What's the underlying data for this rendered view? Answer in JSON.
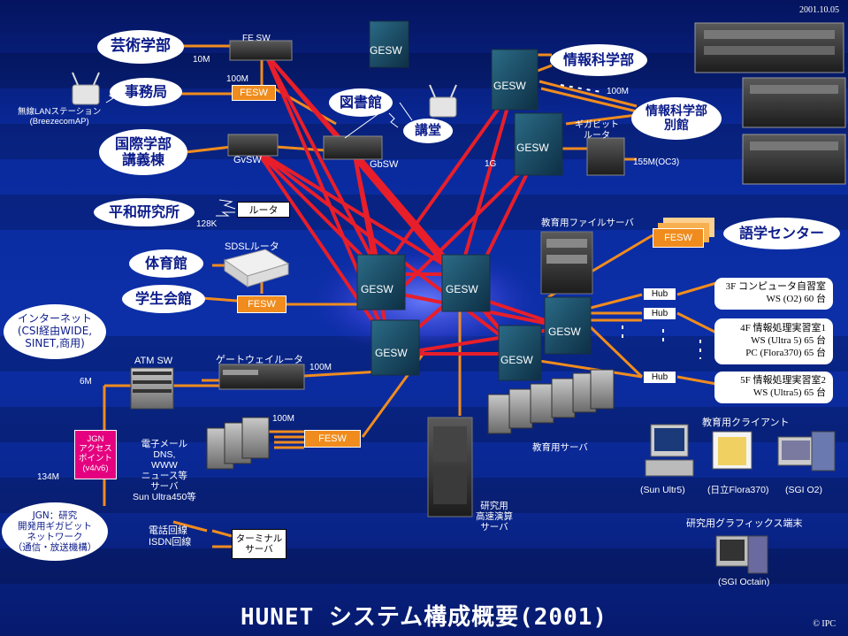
{
  "date": "2001.10.05",
  "copyright": "© IPC",
  "title": "HUNET システム構成概要(2001)",
  "nodes": {
    "geijutsu": "芸術学部",
    "jimukyoku": "事務局",
    "kokusai": "国際学部\n講義棟",
    "heiwa": "平和研究所",
    "taiikukan": "体育館",
    "gakuseikaikan": "学生会館",
    "toshokan": "図書館",
    "kodo": "講堂",
    "johokagaku": "情報科学部",
    "johokagaku_bekkan": "情報科学部\n別館",
    "gogaku": "語学センター",
    "internet": "インターネット\n(CSI経由WIDE,\nSINET,商用)",
    "jgn": "JGN：研究\n開発用ギガビット\nネットワーク\n（通信・放送機構）"
  },
  "labels": {
    "fe_sw_top": "FE SW",
    "fesw_jimu": "FESW",
    "gvsw": "GvSW",
    "gbsw": "GbSW",
    "gesw": "GESW",
    "router": "ルータ",
    "sdsl_router": "SDSLルータ",
    "fesw_gakusei": "FESW",
    "fesw_gogaku": "FESW",
    "fesw_server": "FESW",
    "atm_sw": "ATM SW",
    "gateway_router": "ゲートウェイルータ",
    "giga_router": "ギガビット\nルータ",
    "wireless": "無線LANステーション\n(BreezecomAP)",
    "jgn_ap": "JGN\nアクセス\nポイント\n(v4/v6)",
    "terminal_server": "ターミナル\nサーバ",
    "phone_lines": "電話回線\nISDN回線",
    "server_list": "電子メール\nDNS,\nWWW\nニュース等\nサーバ\nSun Ultra450等",
    "kenkyu_server": "研究用\n高速演算\nサーバ",
    "kyoiku_server": "教育用サーバ",
    "file_server": "教育用ファイルサーバ",
    "client_title": "教育用クライアント",
    "client1": "(Sun Ultr5)",
    "client2": "(日立Flora370)",
    "client3": "(SGI O2)",
    "graphics_title": "研究用グラフィックス端末",
    "graphics_caption": "(SGI Octain)",
    "hub": "Hub"
  },
  "speeds": {
    "s10m": "10M",
    "s100m_a": "100M",
    "s128k": "128K",
    "s100m_b": "100M",
    "s1g": "1G",
    "s155m": "155M(OC3)",
    "s6m": "6M",
    "s100m_c": "100M",
    "s100m_d": "100M",
    "s134m": "134M"
  },
  "rooms": [
    {
      "line1": "3F コンピュータ自習室",
      "line2": "WS (O2)  60 台"
    },
    {
      "line1": "4F 情報処理実習室1",
      "line2": "WS (Ultra 5)  65 台",
      "line3": "PC (Flora370) 65 台"
    },
    {
      "line1": "5F 情報処理実習室2",
      "line2": "WS (Ultra5)  65 台"
    }
  ],
  "colors": {
    "background": "#0c2fa8",
    "gigabit_link": "#e81e2a",
    "fast_link": "#f08c1e",
    "node_fill": "#ffffff",
    "node_text": "#0c1c8a"
  }
}
